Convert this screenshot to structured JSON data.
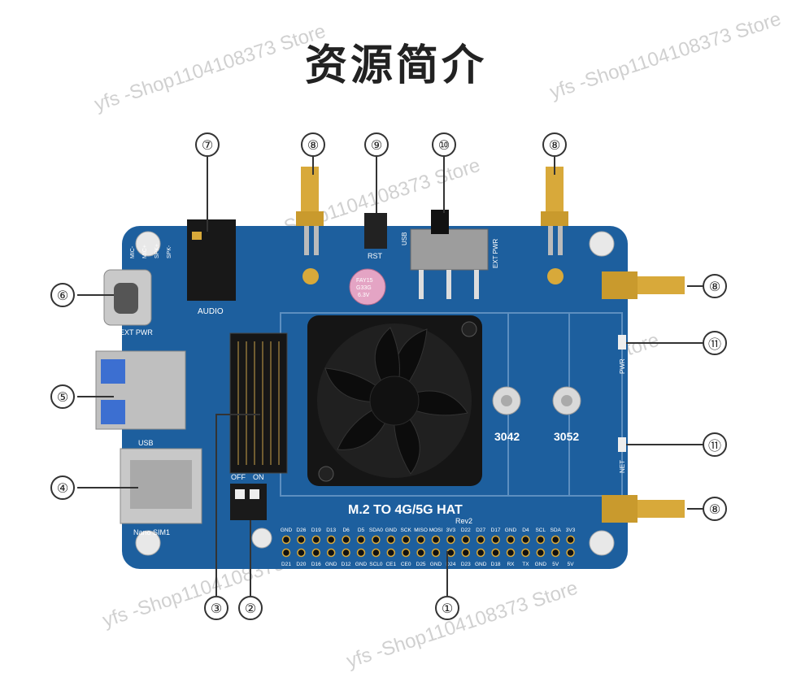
{
  "title": "资源简介",
  "watermark": "yfs -Shop1104108373 Store",
  "callouts": [
    "①",
    "②",
    "③",
    "④",
    "⑤",
    "⑥",
    "⑦",
    "⑧",
    "⑨",
    "⑩",
    "⑪"
  ],
  "board": {
    "name": "M.2 TO 4G/5G HAT",
    "rev": "Rev2",
    "labels": {
      "audio": "AUDIO",
      "ext_pwr_left": "EXT PWR",
      "usb_left": "USB",
      "nano_sim": "Nano SIM1",
      "rst": "RST",
      "usb_switch": "USB",
      "ext_pwr_switch": "EXT PWR",
      "pwr_led": "PWR",
      "net_led": "NET",
      "size_3042": "3042",
      "size_3052": "3052",
      "off": "OFF",
      "on": "ON",
      "mic_minus": "MIC-",
      "mic_plus": "MIC+",
      "spk_plus": "SPK+",
      "spk_minus": "SPK-",
      "cap_line1": "FAY15",
      "cap_line2": "G33G",
      "cap_line3": "6.3V"
    },
    "gpio_top": [
      "GND",
      "D26",
      "D19",
      "D13",
      "D6",
      "D5",
      "SDA0",
      "GND",
      "SCK",
      "MISO",
      "MOSI",
      "3V3",
      "D22",
      "D27",
      "D17",
      "GND",
      "D4",
      "SCL",
      "SDA",
      "3V3"
    ],
    "gpio_bottom": [
      "D21",
      "D20",
      "D16",
      "GND",
      "D12",
      "GND",
      "SCL0",
      "CE1",
      "CE0",
      "D25",
      "GND",
      "D24",
      "D23",
      "GND",
      "D18",
      "RX",
      "TX",
      "GND",
      "5V",
      "5V"
    ]
  },
  "colors": {
    "pcb": "#1d5f9e",
    "pcb_dark": "#164d83",
    "gold": "#d8a93a",
    "fan": "#151515",
    "silk": "#ffffff",
    "watermark": "#999999"
  }
}
